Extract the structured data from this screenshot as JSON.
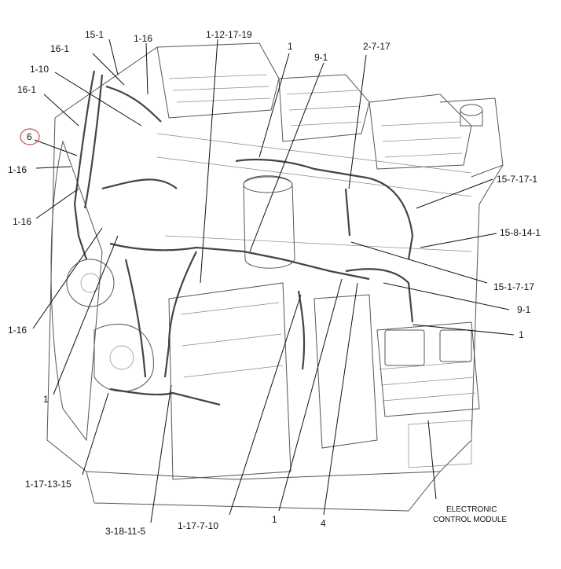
{
  "callouts": {
    "c01": "15-1",
    "c02": "16-1",
    "c03": "1-16",
    "c04": "1-12-17-19",
    "c05": "1",
    "c06": "9-1",
    "c07": "2-7-17",
    "c08": "1-10",
    "c09": "16-1",
    "c10": "6",
    "c11": "1-16",
    "c12": "15-7-17-1",
    "c13": "1-16",
    "c14": "15-8-14-1",
    "c15": "15-1-7-17",
    "c16": "9-1",
    "c17": "1-16",
    "c18": "1",
    "c19": "1",
    "c20": "1-17-13-15",
    "c21": "3-18-11-5",
    "c22": "1-17-7-10",
    "c23": "1",
    "c24": "4",
    "c25": "ELECTRONIC",
    "c26": "CONTROL MODULE"
  },
  "highlight": {
    "circle_color": "#c0504d"
  }
}
